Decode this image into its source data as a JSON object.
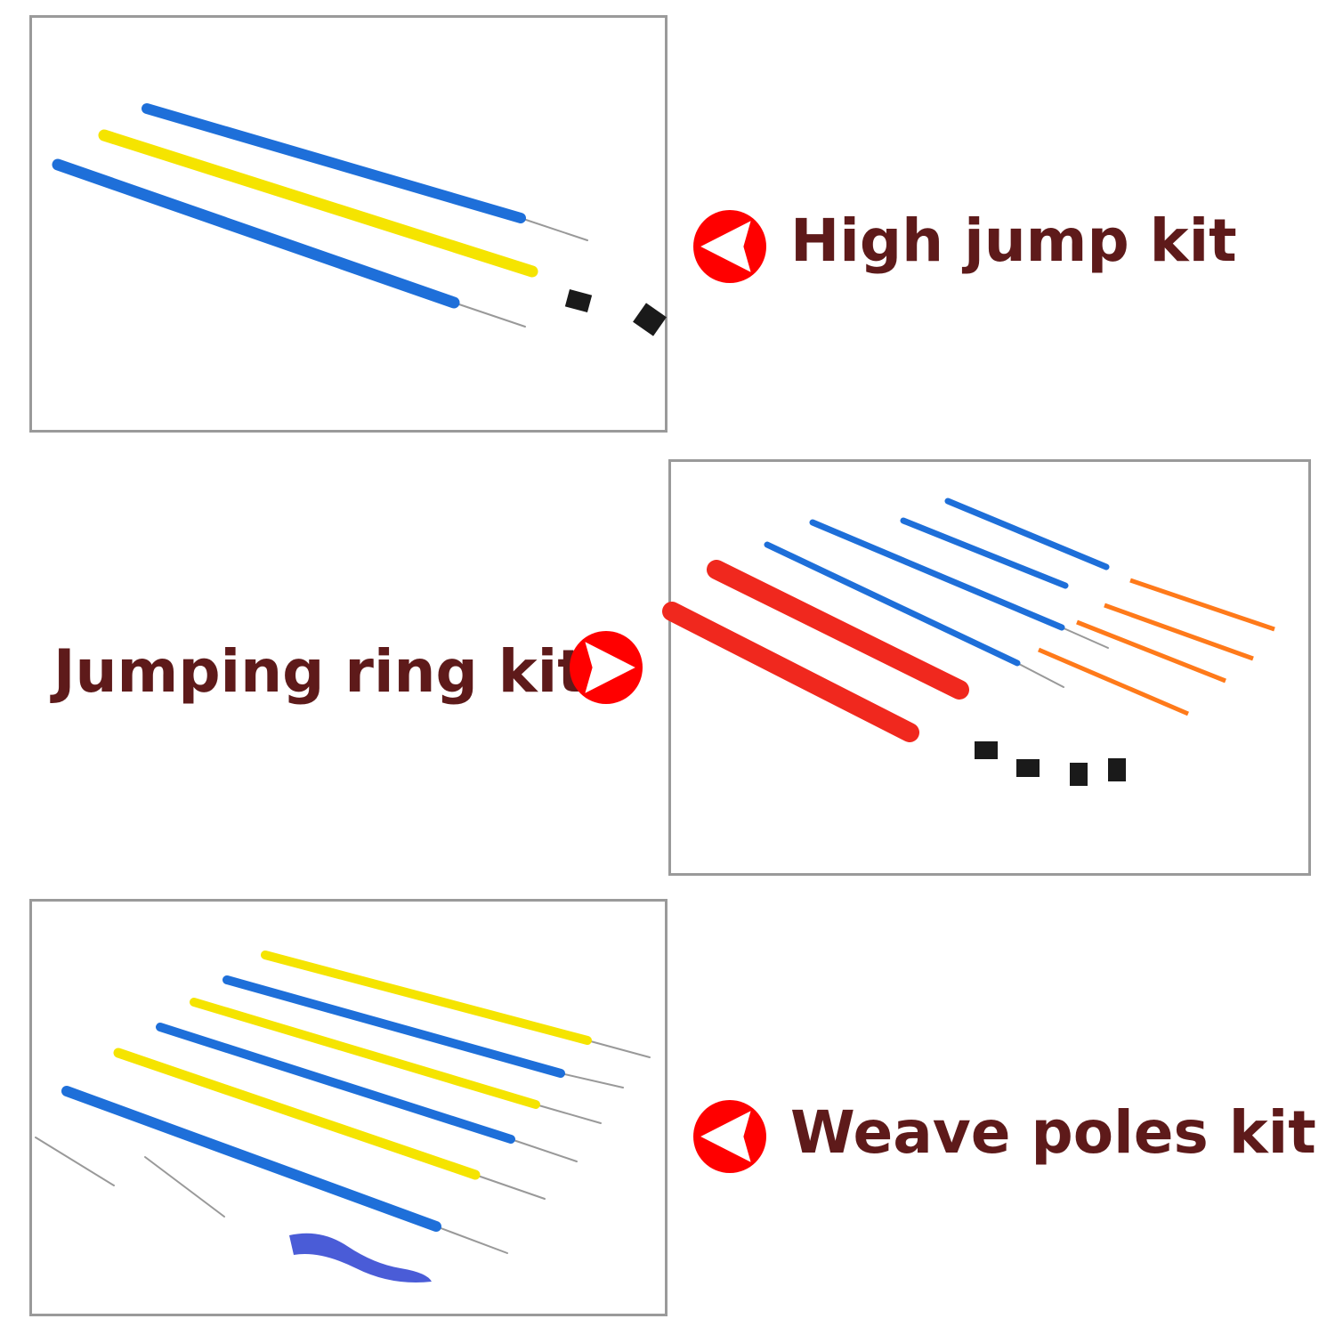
{
  "sections": [
    {
      "label": "High jump kit",
      "arrow": "left-arrow-icon"
    },
    {
      "label": "Jumping ring kit",
      "arrow": "right-arrow-icon"
    },
    {
      "label": "Weave poles kit",
      "arrow": "left-arrow-icon"
    }
  ],
  "colors": {
    "text": "#5e1a1a",
    "icon": "#ff0000",
    "blue": "#1e6fd9",
    "yellow": "#f5e400",
    "red": "#f0281e",
    "orange": "#ff7a1a",
    "border": "#9a9a9a"
  }
}
